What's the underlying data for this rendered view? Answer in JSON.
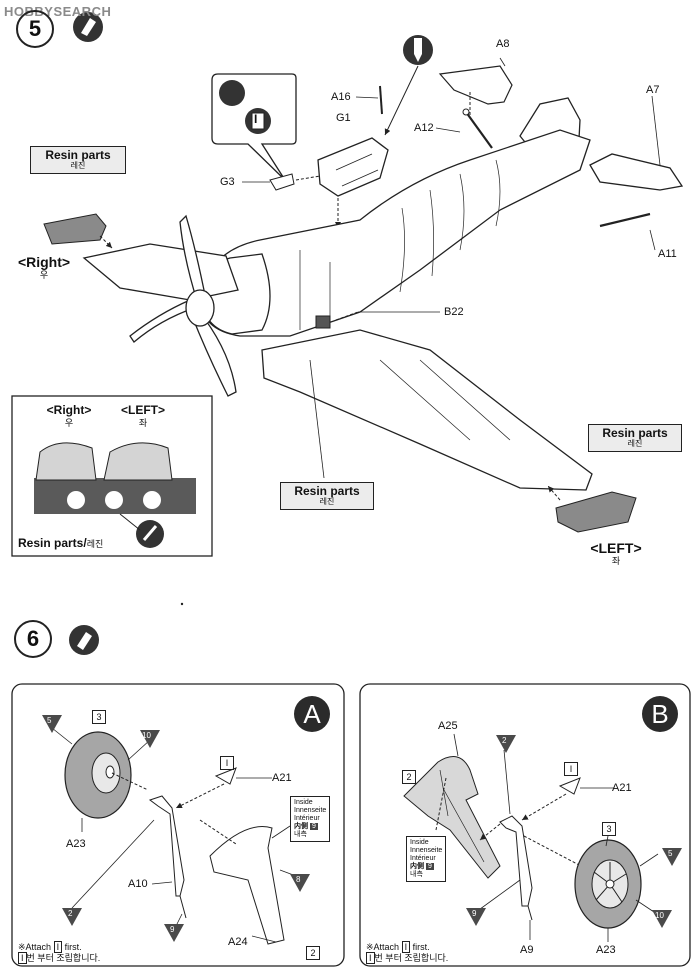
{
  "watermark": "HOBBYSEARCH",
  "step5": {
    "number": "5",
    "labels": {
      "a8": "A8",
      "a7": "A7",
      "a16": "A16",
      "g1": "G1",
      "a12": "A12",
      "g3": "G3",
      "a11": "A11",
      "b22": "B22",
      "callout_part": "I"
    },
    "resin_left_box": {
      "title": "Resin parts",
      "korean": "레진"
    },
    "resin_center_box": {
      "title": "Resin parts",
      "korean": "레진"
    },
    "resin_right_box": {
      "title": "Resin parts",
      "korean": "레진"
    },
    "right_side": {
      "title": "<Right>",
      "korean": "우"
    },
    "left_side": {
      "title": "<LEFT>",
      "korean": "좌"
    },
    "inset": {
      "right_title": "<Right>",
      "right_korean": "우",
      "left_title": "<LEFT>",
      "left_korean": "좌",
      "caption": "Resin parts/",
      "caption_korean": "레진"
    }
  },
  "step6": {
    "number": "6",
    "panel_a": {
      "letter": "A",
      "labels": {
        "a21": "A21",
        "a23": "A23",
        "a10": "A10",
        "a24": "A24",
        "part_i": "I"
      },
      "colors": {
        "c5": "5",
        "c3": "3",
        "c10": "10",
        "c2": "2",
        "c9": "9",
        "c8": "8",
        "c2b": "2"
      },
      "inside_box": {
        "l1": "Inside",
        "l2": "Innenseite",
        "l3": "Intérieur",
        "l4": "内側",
        "l5": "내측",
        "num": "9"
      },
      "note_line1": "※Attach",
      "note_part": "I",
      "note_first": "first.",
      "note_line2_part": "I",
      "note_line2": "번 부터 조립합니다."
    },
    "panel_b": {
      "letter": "B",
      "labels": {
        "a25": "A25",
        "a21": "A21",
        "a9": "A9",
        "a23": "A23",
        "part_i": "I"
      },
      "colors": {
        "c2": "2",
        "c2b": "2",
        "c3": "3",
        "c5": "5",
        "c9": "9",
        "c10": "10"
      },
      "inside_box": {
        "l1": "Inside",
        "l2": "Innenseite",
        "l3": "Intérieur",
        "l4": "内側",
        "l5": "내측",
        "num": "9"
      },
      "note_line1": "※Attach",
      "note_part": "I",
      "note_first": "first.",
      "note_line2_part": "I",
      "note_line2": "번 부터 조립합니다."
    }
  }
}
